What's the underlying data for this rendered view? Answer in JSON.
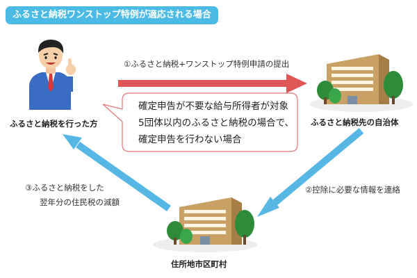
{
  "title": "ふるさと納税ワンストップ特例が適応される場合",
  "nodes": {
    "donor": "ふるさと納税を行った方",
    "recipient_municipality": "ふるさと納税先の自治体",
    "residence_municipality": "住所地市区町村"
  },
  "steps": {
    "step1": "①ふるさと納税+ワンストップ特例申請の提出",
    "step2": "②控除に必要な情報を連絡",
    "step3_line1": "③ふるさと納税をした",
    "step3_line2": "翌年分の住民税の減額"
  },
  "callout": {
    "line1": "確定申告が不要な給与所得者が対象",
    "line2": "5団体以内のふるさと納税の場合で、",
    "line3": "確定申告を行わない場合"
  },
  "colors": {
    "title_bg": "#4bbbe6",
    "arrow_red": "#e05555",
    "arrow_blue": "#56b7e5",
    "callout_border": "#e57373",
    "building": "#c9a164",
    "tree": "#2e8b3a"
  }
}
